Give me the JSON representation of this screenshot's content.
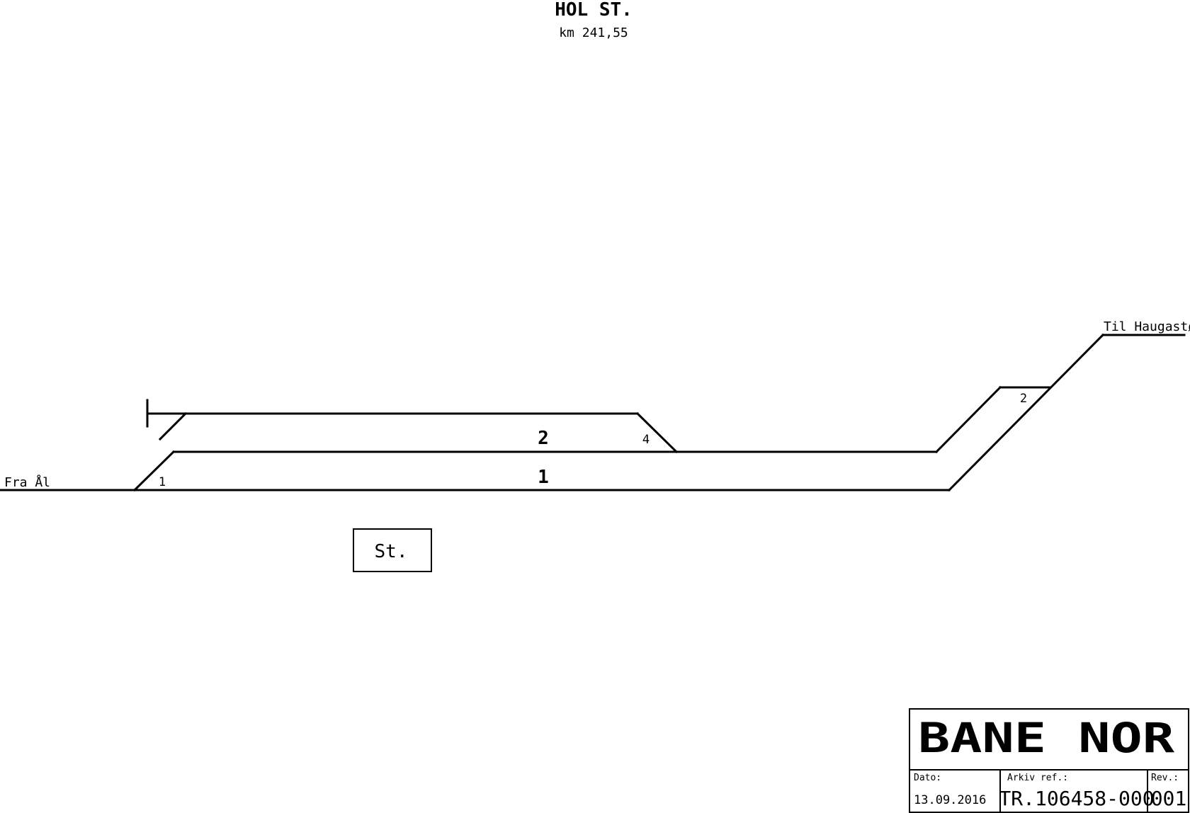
{
  "header": {
    "title": "HOL ST.",
    "km": "km 241,55"
  },
  "diagram": {
    "label_from": "Fra Ål",
    "label_to": "Til Haugastøl",
    "track_1_label": "1",
    "track_2_label": "2",
    "switch_1_label": "1",
    "switch_2_label": "2",
    "switch_4_label": "4",
    "station_building_label": "St."
  },
  "title_block": {
    "logo_text": "BANE NOR",
    "date_label": "Dato:",
    "date_value": "13.09.2016",
    "archive_label": "Arkiv ref.:",
    "archive_value": "TR.106458-000",
    "rev_label": "Rev.:",
    "rev_value": "001"
  }
}
